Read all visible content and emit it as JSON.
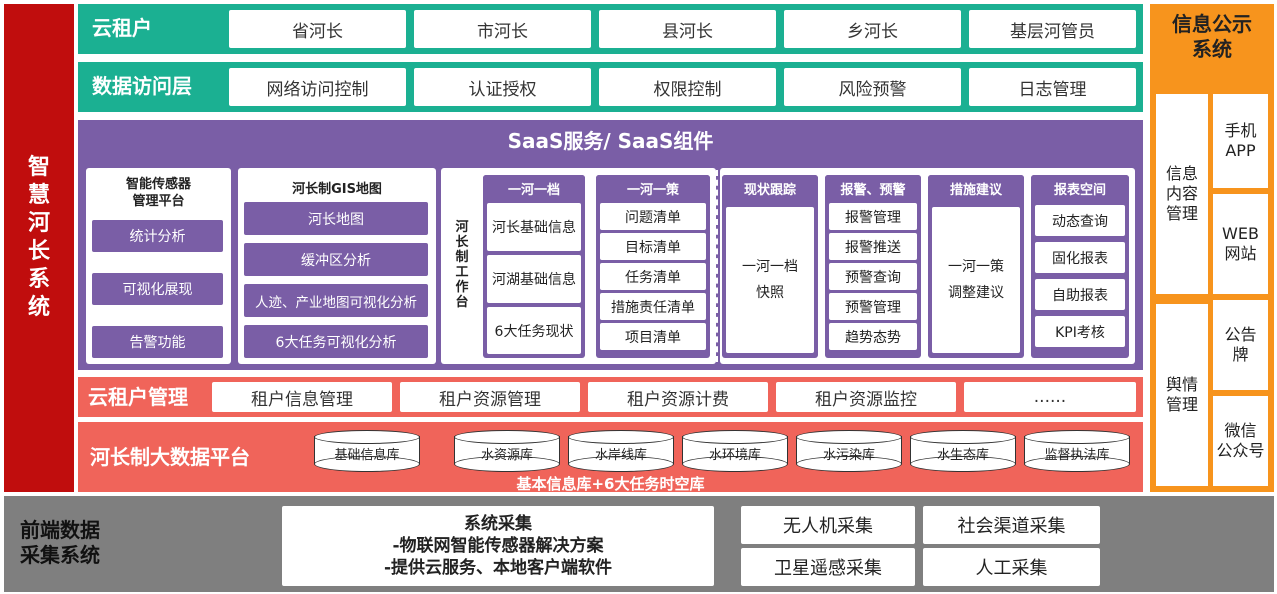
{
  "left_system": {
    "chars": [
      "智",
      "慧",
      "河",
      "长",
      "系",
      "统"
    ]
  },
  "cloud_tenant": {
    "title": "云租户",
    "items": [
      "省河长",
      "市河长",
      "县河长",
      "乡河长",
      "基层河管员"
    ]
  },
  "data_access": {
    "title": "数据访问层",
    "items": [
      "网络访问控制",
      "认证授权",
      "权限控制",
      "风险预警",
      "日志管理"
    ]
  },
  "saas": {
    "title": "SaaS服务/ SaaS组件",
    "sensor": {
      "title": "智能传感器\n管理平台",
      "items": [
        "统计分析",
        "可视化展现",
        "告警功能"
      ]
    },
    "gis": {
      "title": "河长制GIS地图",
      "items": [
        "河长地图",
        "缓冲区分析",
        "人迹、产业地图可视化分析",
        "6大任务可视化分析"
      ]
    },
    "workbench": {
      "chars": [
        "河",
        "长",
        "制",
        "工",
        "作",
        "台"
      ]
    },
    "yihe_yidang": {
      "title": "一河一档",
      "items": [
        "河长基础信息",
        "河湖基础信息",
        "6大任务现状"
      ]
    },
    "yihe_yice": {
      "title": "一河一策",
      "items": [
        "问题清单",
        "目标清单",
        "任务清单",
        "措施责任清单",
        "项目清单"
      ]
    },
    "status_track": {
      "title": "现状跟踪",
      "lines": [
        "一河一档",
        "快照"
      ]
    },
    "alarm": {
      "title": "报警、预警",
      "items": [
        "报警管理",
        "报警推送",
        "预警查询",
        "预警管理",
        "趋势态势"
      ]
    },
    "measures": {
      "title": "措施建议",
      "lines": [
        "一河一策",
        "调整建议"
      ]
    },
    "report": {
      "title": "报表空间",
      "items": [
        "动态查询",
        "固化报表",
        "自助报表",
        "KPI考核"
      ]
    }
  },
  "tenant_mgmt": {
    "title": "云租户管理",
    "items": [
      "租户信息管理",
      "租户资源管理",
      "租户资源计费",
      "租户资源监控",
      "......"
    ]
  },
  "bigdata": {
    "title": "河长制大数据平台",
    "dbs": [
      "基础信息库",
      "水资源库",
      "水岸线库",
      "水环境库",
      "水污染库",
      "水生态库",
      "监督执法库"
    ],
    "caption": "基本信息库+6大任务时空库"
  },
  "info_public": {
    "title": "信息公示\n系统",
    "content_mgmt": "信息\n内容\n管理",
    "opinion_mgmt": "舆情\n管理",
    "channels": [
      "手机\nAPP",
      "WEB\n网站",
      "公告\n牌",
      "微信\n公众号"
    ]
  },
  "frontend": {
    "title": "前端数据\n采集系统",
    "system_collect": [
      "系统采集",
      "-物联网智能传感器解决方案",
      "-提供云服务、本地客户端软件"
    ],
    "methods": [
      "无人机采集",
      "社会渠道采集",
      "卫星遥感采集",
      "人工采集"
    ]
  }
}
